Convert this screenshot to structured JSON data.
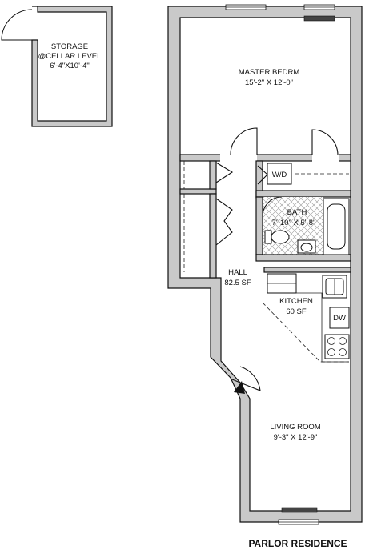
{
  "title": "PARLOR RESIDENCE",
  "rooms": {
    "storage": {
      "name": "STORAGE",
      "level": "@CELLAR LEVEL",
      "dims": "6'-4\"X10'-4\""
    },
    "master": {
      "name": "MASTER BEDRM",
      "dims": "15'-2\" X 12'-0\""
    },
    "wd": {
      "name": "W/D"
    },
    "bath": {
      "name": "BATH",
      "dims": "7'-10\" X 5'-8\""
    },
    "hall": {
      "name": "HALL",
      "area": "82.5 SF"
    },
    "kitchen": {
      "name": "KITCHEN",
      "area": "60 SF"
    },
    "dw": {
      "name": "DW"
    },
    "living": {
      "name": "LIVING ROOM",
      "dims": "9'-3\" X 12'-9\""
    }
  },
  "colors": {
    "wall_fill": "#c9c9c9",
    "line": "#111111",
    "tile": "#9a9a9a"
  }
}
